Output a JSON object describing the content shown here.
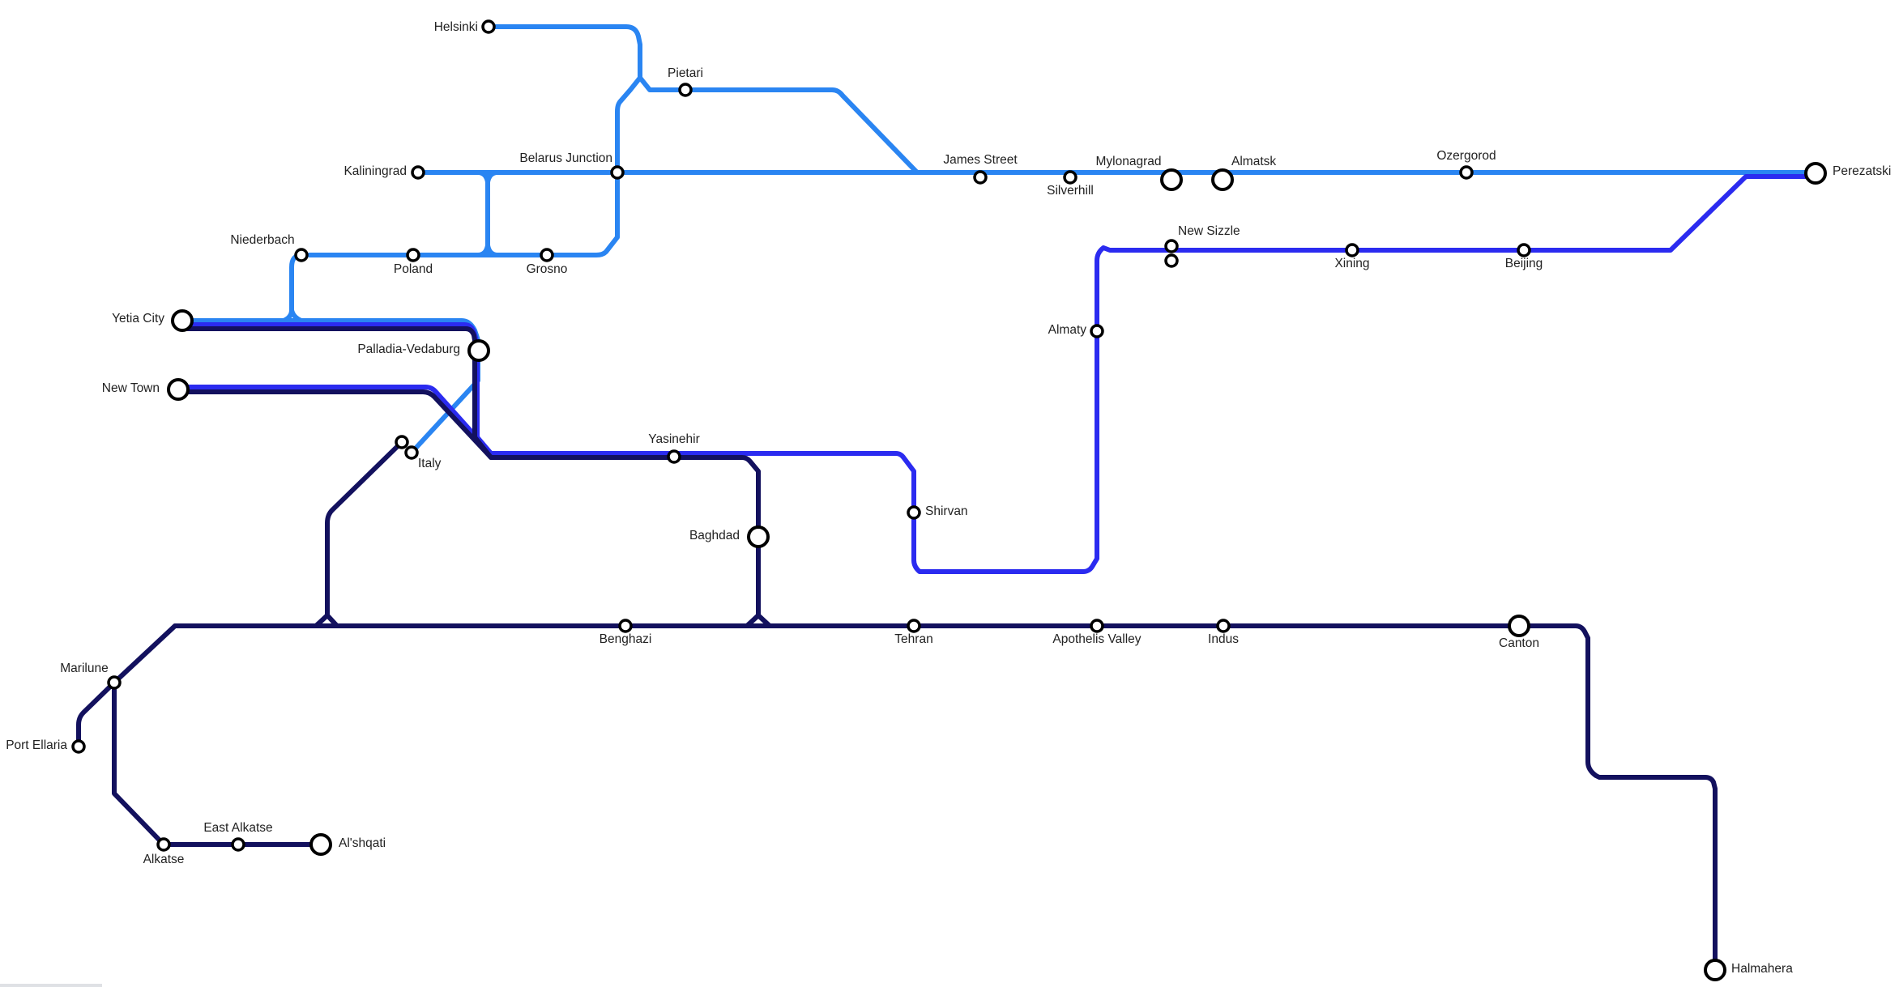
{
  "map": {
    "colors": {
      "light_blue_line": "#2a85f2",
      "medium_blue_line": "#2b2bf0",
      "navy_line": "#13115e",
      "station_fill": "#ffffff",
      "station_stroke": "#000000",
      "label_text": "#222222"
    },
    "lines": [
      {
        "id": "light-blue",
        "color_key": "light_blue_line"
      },
      {
        "id": "medium-blue",
        "color_key": "medium_blue_line"
      },
      {
        "id": "navy",
        "color_key": "navy_line"
      }
    ],
    "stations": [
      {
        "name": "Helsinki",
        "interchange": false
      },
      {
        "name": "Pietari",
        "interchange": false
      },
      {
        "name": "Kaliningrad",
        "interchange": false
      },
      {
        "name": "Belarus Junction",
        "interchange": false
      },
      {
        "name": "James Street",
        "interchange": false
      },
      {
        "name": "Silverhill",
        "interchange": false
      },
      {
        "name": "Mylonagrad",
        "interchange": true
      },
      {
        "name": "Almatsk",
        "interchange": true
      },
      {
        "name": "Ozergorod",
        "interchange": false
      },
      {
        "name": "Perezatski",
        "interchange": true
      },
      {
        "name": "Niederbach",
        "interchange": false
      },
      {
        "name": "Poland",
        "interchange": false
      },
      {
        "name": "Grosno",
        "interchange": false
      },
      {
        "name": "Yetia City",
        "interchange": true
      },
      {
        "name": "Palladia-Vedaburg",
        "interchange": true
      },
      {
        "name": "New Town",
        "interchange": true
      },
      {
        "name": "Italy",
        "interchange": false
      },
      {
        "name": "Yasinehir",
        "interchange": false
      },
      {
        "name": "Baghdad",
        "interchange": true
      },
      {
        "name": "Shirvan",
        "interchange": false
      },
      {
        "name": "Almaty",
        "interchange": false
      },
      {
        "name": "New Sizzle",
        "interchange": false
      },
      {
        "name": "Xining",
        "interchange": false
      },
      {
        "name": "Beijing",
        "interchange": false
      },
      {
        "name": "Benghazi",
        "interchange": false
      },
      {
        "name": "Tehran",
        "interchange": false
      },
      {
        "name": "Apothelis Valley",
        "interchange": false
      },
      {
        "name": "Indus",
        "interchange": false
      },
      {
        "name": "Canton",
        "interchange": true
      },
      {
        "name": "Halmahera",
        "interchange": true
      },
      {
        "name": "Marilune",
        "interchange": false
      },
      {
        "name": "Port Ellaria",
        "interchange": false
      },
      {
        "name": "Alkatse",
        "interchange": false
      },
      {
        "name": "East Alkatse",
        "interchange": false
      },
      {
        "name": "Al'shqati",
        "interchange": true
      }
    ]
  }
}
